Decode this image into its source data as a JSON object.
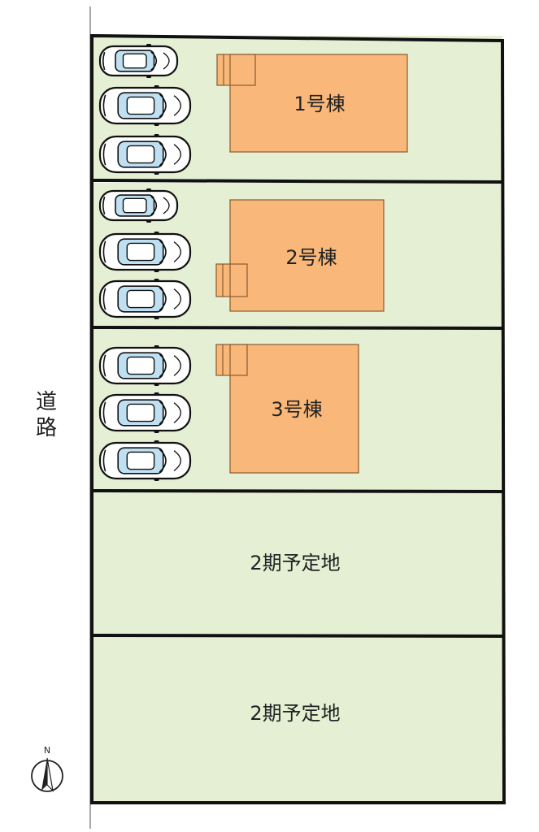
{
  "road": {
    "label_line1": "道",
    "label_line2": "路"
  },
  "compass": {
    "label": "N"
  },
  "lots": [
    {
      "label": "1号棟"
    },
    {
      "label": "2号棟"
    },
    {
      "label": "3号棟"
    },
    {
      "label": "2期予定地"
    },
    {
      "label": "2期予定地"
    }
  ],
  "colors": {
    "lot_fill": "#e4efd3",
    "building_fill": "#f9b87a",
    "car_body": "#ffffff",
    "car_window": "#bfe0f2",
    "outline": "#111111"
  }
}
